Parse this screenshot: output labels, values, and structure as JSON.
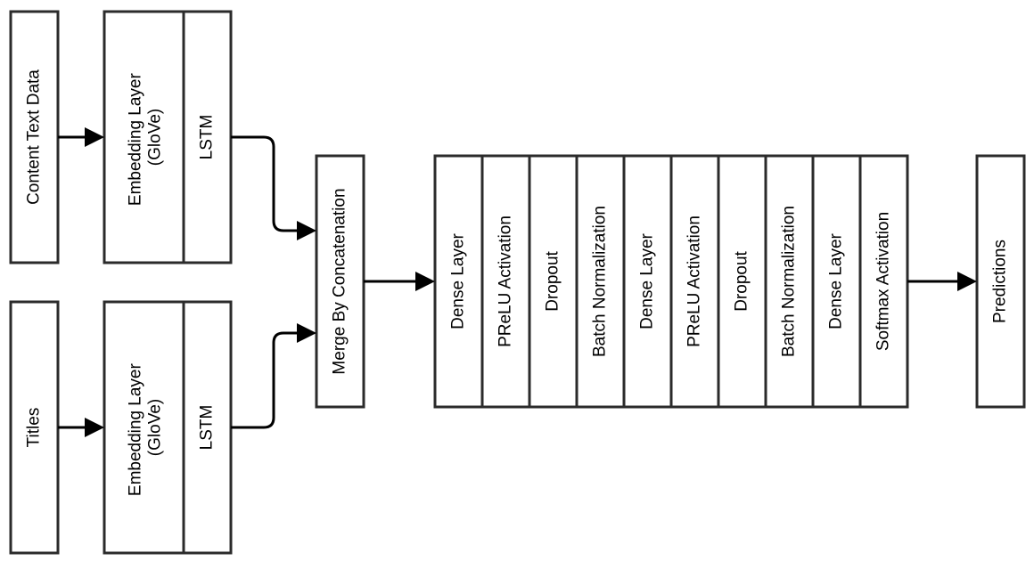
{
  "inputs": {
    "content_text": "Content Text Data",
    "titles": "Titles"
  },
  "branch_top": {
    "embedding": [
      "Embedding Layer",
      "(GloVe)"
    ],
    "lstm": "LSTM"
  },
  "branch_bottom": {
    "embedding": [
      "Embedding Layer",
      "(GloVe)"
    ],
    "lstm": "LSTM"
  },
  "merge": "Merge By Concatenation",
  "network_layers": [
    "Dense Layer",
    "PReLU Activation",
    "Dropout",
    "Batch Normalization",
    "Dense Layer",
    "PReLU Activation",
    "Dropout",
    "Batch Normalization",
    "Dense Layer",
    "Softmax Activation"
  ],
  "output": "Predictions"
}
